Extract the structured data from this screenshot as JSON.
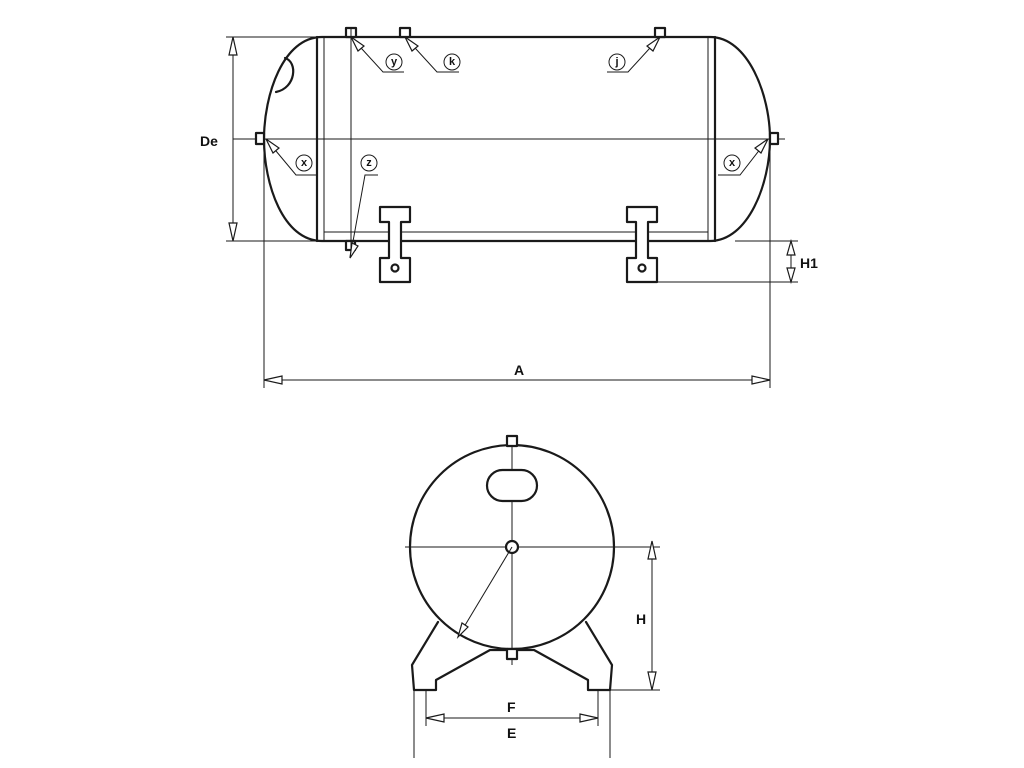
{
  "drawing": {
    "side_view": {
      "dimensions": {
        "diameter": "De",
        "length": "A",
        "foot_height": "H1"
      },
      "connections": {
        "top_1": "y",
        "top_2": "k",
        "top_3": "j",
        "left_end": "x",
        "right_end": "x",
        "bottom": "z"
      }
    },
    "end_view": {
      "dimensions": {
        "height": "H",
        "foot_inner": "F",
        "foot_outer": "E"
      }
    }
  }
}
